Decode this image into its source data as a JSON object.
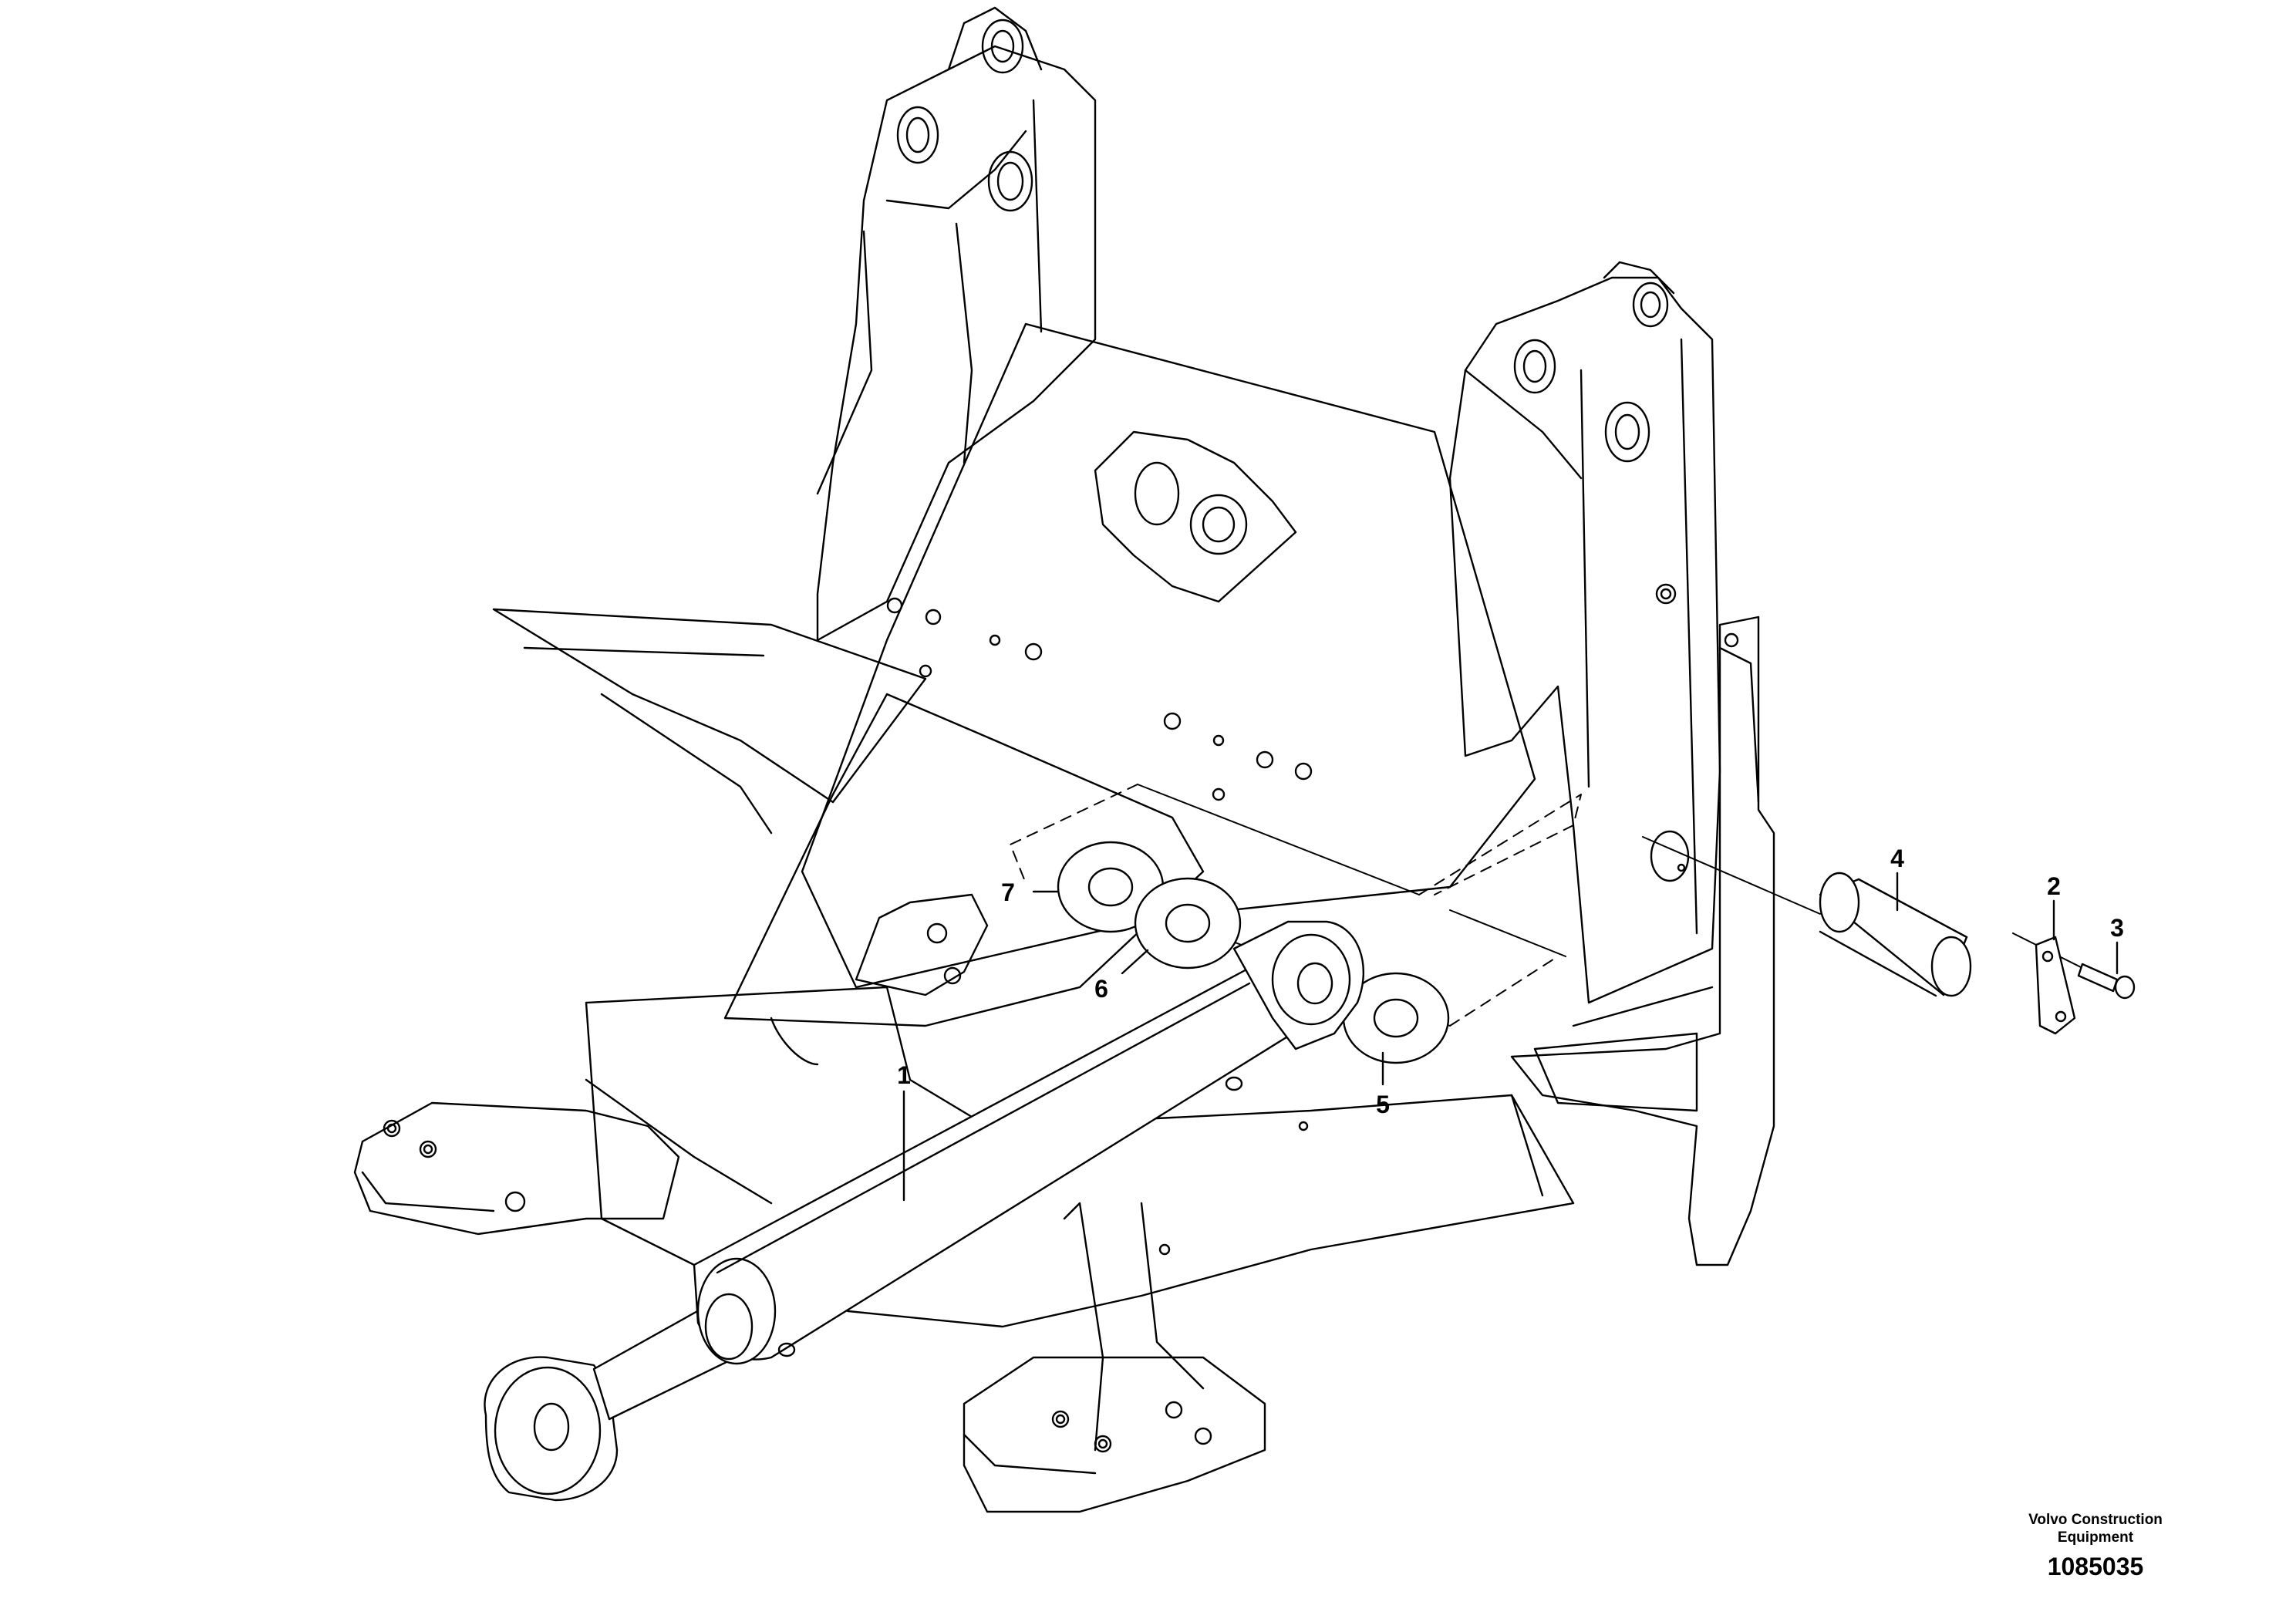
{
  "diagram": {
    "callouts": [
      {
        "id": "1",
        "label": "1"
      },
      {
        "id": "2",
        "label": "2"
      },
      {
        "id": "3",
        "label": "3"
      },
      {
        "id": "4",
        "label": "4"
      },
      {
        "id": "5",
        "label": "5"
      },
      {
        "id": "6",
        "label": "6"
      },
      {
        "id": "7",
        "label": "7"
      }
    ],
    "colors": {
      "line": "#000000",
      "background": "#ffffff"
    }
  },
  "footer": {
    "brand_line1": "Volvo Construction",
    "brand_line2": "Equipment",
    "drawing_number": "1085035"
  }
}
